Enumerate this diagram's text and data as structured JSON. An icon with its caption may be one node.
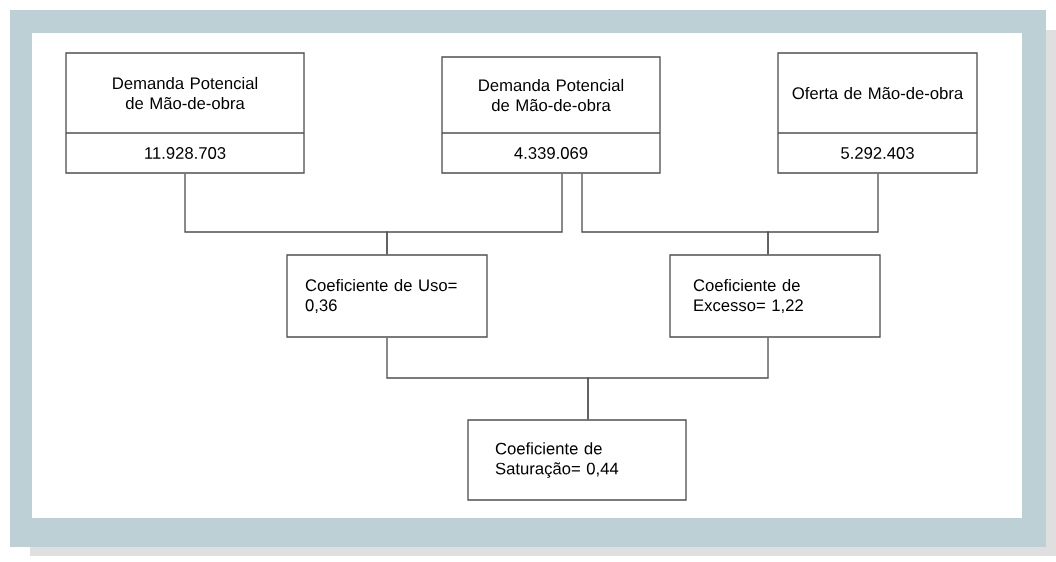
{
  "diagram": {
    "nodes": [
      {
        "text": [
          "Demanda Potencial de Mão-de-obra",
          "11.928.703"
        ]
      },
      {
        "text": [
          "Demanda Potencial de Mão-de-obra",
          "4.339.069"
        ]
      },
      {
        "text": [
          "Oferta de Mão-de-obra",
          "5.292.403"
        ]
      },
      {
        "text": [
          "Coeficiente de Uso= 0,36"
        ]
      },
      {
        "text": [
          "Coeficiente de Excesso= 1,22"
        ]
      },
      {
        "text": [
          "Coeficiente de Saturação= 0,44"
        ]
      }
    ],
    "edges": [
      {
        "from": 0,
        "to": 3,
        "arrow": "none"
      },
      {
        "from": 1,
        "to": 3,
        "arrow": "none"
      },
      {
        "from": 1,
        "to": 4,
        "arrow": "none"
      },
      {
        "from": 2,
        "to": 4,
        "arrow": "none"
      },
      {
        "from": 3,
        "to": 5,
        "arrow": "none"
      },
      {
        "from": 4,
        "to": 5,
        "arrow": "none"
      }
    ]
  }
}
